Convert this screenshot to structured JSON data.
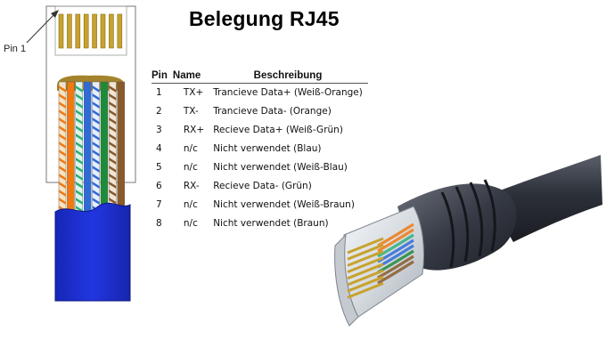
{
  "title": "Belegung RJ45",
  "pin1_label": "Pin 1",
  "table": {
    "headers": {
      "pin": "Pin",
      "name": "Name",
      "desc": "Beschreibung"
    },
    "rows": [
      {
        "pin": "1",
        "name": "TX+",
        "desc": "Trancieve Data+ (Weiß-Orange)"
      },
      {
        "pin": "2",
        "name": "TX-",
        "desc": "Trancieve Data- (Orange)"
      },
      {
        "pin": "3",
        "name": "RX+",
        "desc": "Recieve Data+ (Weiß-Grün)"
      },
      {
        "pin": "4",
        "name": "n/c",
        "desc": "Nicht verwendet (Blau)"
      },
      {
        "pin": "5",
        "name": "n/c",
        "desc": "Nicht verwendet (Weiß-Blau)"
      },
      {
        "pin": "6",
        "name": "RX-",
        "desc": "Recieve Data- (Grün)"
      },
      {
        "pin": "7",
        "name": "n/c",
        "desc": "Nicht verwendet (Weiß-Braun)"
      },
      {
        "pin": "8",
        "name": "n/c",
        "desc": "Nicht verwendet (Braun)"
      }
    ]
  },
  "wire_colors": [
    {
      "base": "#f4e2c6",
      "stripe": "#f07a10"
    },
    {
      "base": "#f07a10",
      "stripe": null
    },
    {
      "base": "#dff4ec",
      "stripe": "#2bb07a"
    },
    {
      "base": "#2f6bd8",
      "stripe": null
    },
    {
      "base": "#e6eefa",
      "stripe": "#2f6bd8"
    },
    {
      "base": "#1f8a3a",
      "stripe": null
    },
    {
      "base": "#f1e6d3",
      "stripe": "#8a5a2b"
    },
    {
      "base": "#8a5a2b",
      "stripe": null
    }
  ],
  "colors": {
    "cable_jacket": "#1f2fd0",
    "contacts": "#c8a22e",
    "plug_cable": "#3a3e47"
  }
}
